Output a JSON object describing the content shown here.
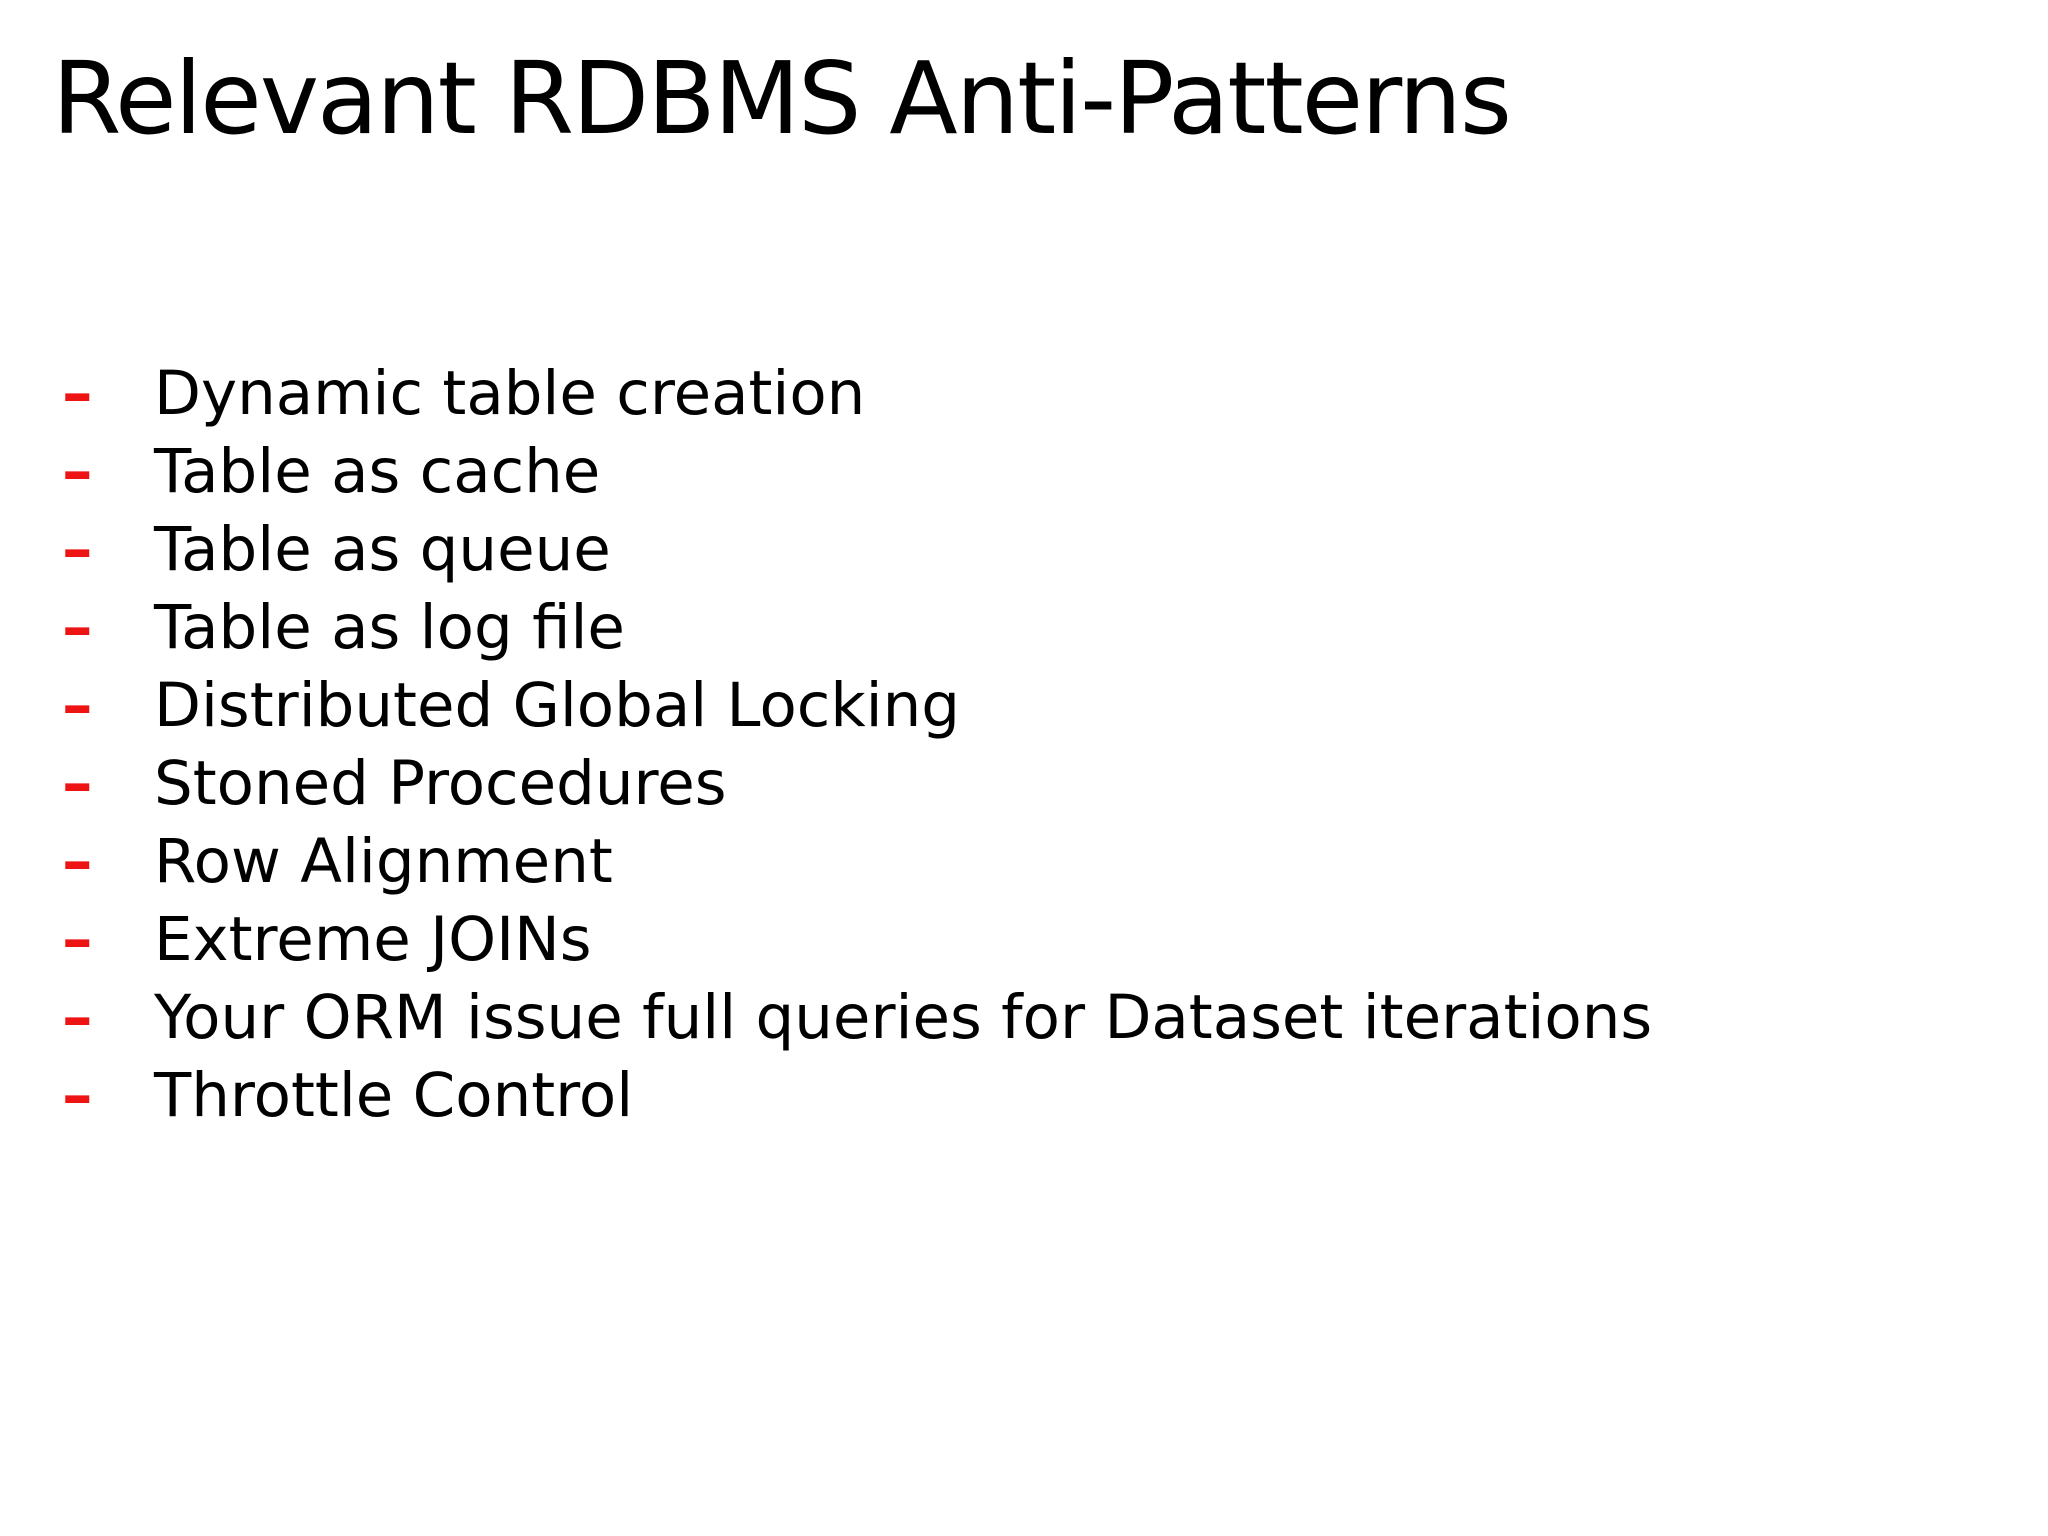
{
  "slide": {
    "title": "Relevant RDBMS Anti-Patterns",
    "bullet_char": "–",
    "colors": {
      "background": "#ffffff",
      "text": "#000000",
      "bullet": "#ee1414"
    },
    "items": [
      "Dynamic table creation",
      "Table as cache",
      "Table as queue",
      "Table as log file",
      "Distributed Global Locking",
      "Stoned Procedures",
      "Row Alignment",
      "Extreme JOINs",
      "Your ORM issue full queries for Dataset iterations",
      "Throttle Control"
    ]
  }
}
